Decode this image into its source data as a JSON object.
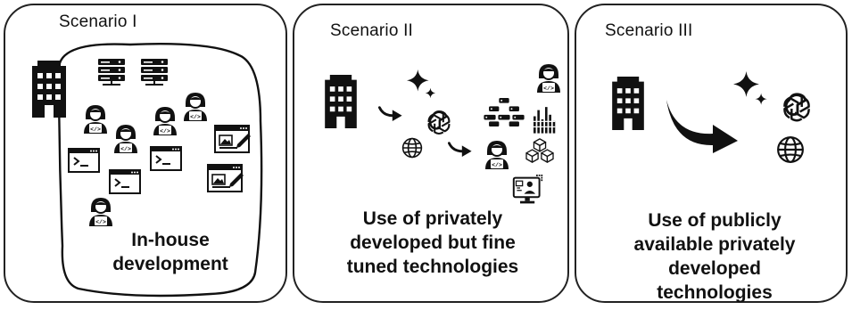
{
  "scenarios": [
    {
      "title": "Scenario I",
      "caption_lines": [
        "In-house",
        "development"
      ]
    },
    {
      "title": "Scenario II",
      "caption_lines": [
        "Use of privately",
        "developed but fine",
        "tuned technologies"
      ]
    },
    {
      "title": "Scenario III",
      "caption_lines": [
        "Use of publicly",
        "available privately",
        "developed",
        "technologies"
      ]
    }
  ],
  "icons": {
    "building": "office-building-icon",
    "server": "server-rack-icon",
    "developer": "developer-person-icon",
    "terminal": "terminal-window-icon",
    "editor": "image-editor-window-icon",
    "sparkle": "ai-sparkle-icon",
    "openai": "openai-logo-icon",
    "globe": "globe-icon",
    "arrow": "curved-arrow-icon",
    "cluster": "data-cluster-icon",
    "barcode": "equalizer-bars-icon",
    "cubes": "cubes-icon",
    "video": "video-call-monitor-icon"
  }
}
